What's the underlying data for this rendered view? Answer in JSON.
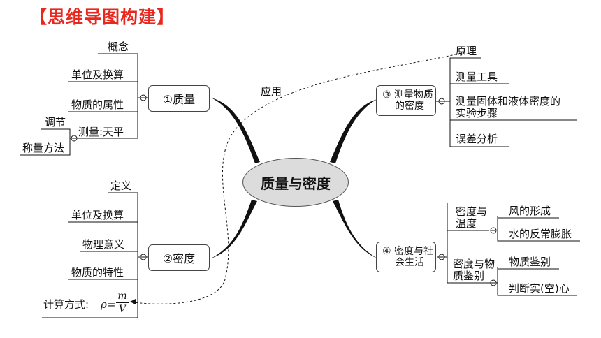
{
  "title": "【思维导图构建】",
  "root": "质量与密度",
  "yingyong": "应用",
  "branch1": {
    "label": "①质量",
    "items": [
      "概念",
      "单位及换算",
      "物质的属性",
      "测量:天平"
    ],
    "sub": [
      "调节",
      "称量方法"
    ]
  },
  "branch2": {
    "label": "②密度",
    "items": [
      "定义",
      "单位及换算",
      "物理意义",
      "物质的特性"
    ],
    "formula_label": "计算方式:",
    "formula_rho": "ρ=",
    "formula_num": "m",
    "formula_den": "V"
  },
  "branch3": {
    "label_line1": "③ 测量物质",
    "label_line2": "的密度",
    "items": [
      "原理",
      "测量工具",
      "测量固体和液体密度的",
      "实验步骤",
      "误差分析"
    ]
  },
  "branch4": {
    "label_line1": "④ 密度与社",
    "label_line2": "会生活",
    "group1_line1": "密度与",
    "group1_line2": "温度",
    "group1_items": [
      "风的形成",
      "水的反常膨胀"
    ],
    "group2_line1": "密度与物",
    "group2_line2": "质鉴别",
    "group2_items": [
      "物质鉴别",
      "判断实(空)心"
    ]
  }
}
